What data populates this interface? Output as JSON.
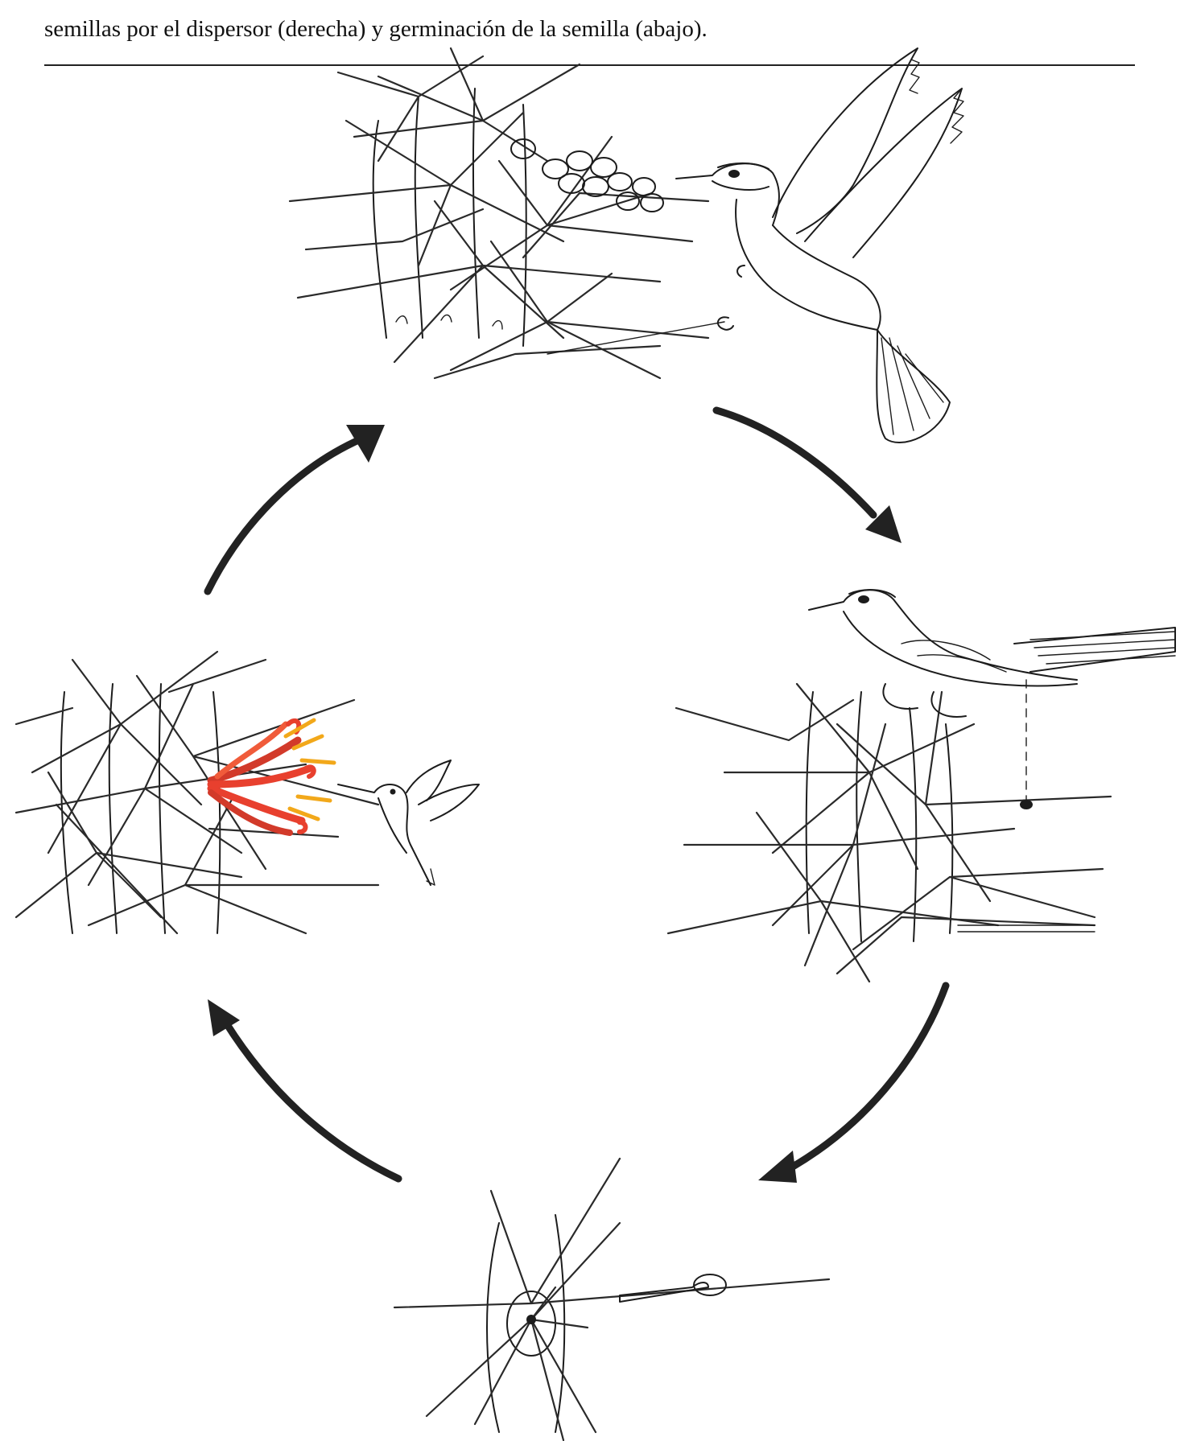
{
  "caption": "semillas por el dispersor (derecha) y germinación de la semilla (abajo).",
  "colors": {
    "flower": "#e8402e",
    "stamen": "#f2a81a",
    "ink": "#1c1c1c",
    "arrow": "#222222"
  },
  "cycle": [
    {
      "stage": "fruiting-cactus-with-hovering-bird",
      "icon": "bird-feeding-on-fruit"
    },
    {
      "stage": "bird-perched-dropping-seed",
      "icon": "seed-disperser"
    },
    {
      "stage": "seed-germinating-at-areole",
      "icon": "germinating-seed"
    },
    {
      "stage": "hummingbird-pollinating-red-flower",
      "icon": "pollinator"
    }
  ]
}
